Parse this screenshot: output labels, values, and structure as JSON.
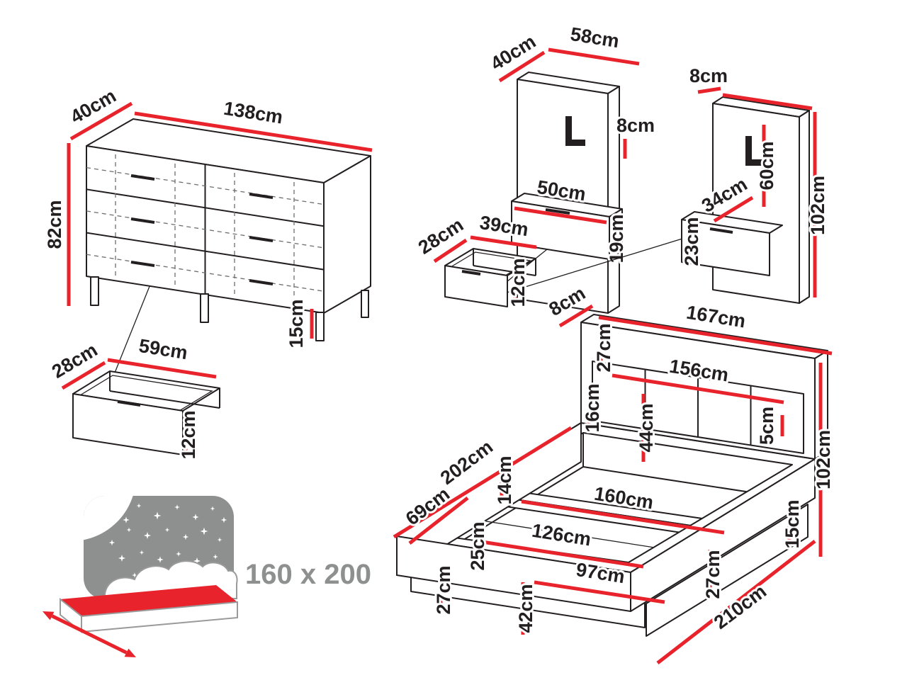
{
  "colors": {
    "dimension_red": "#e8232b",
    "outline": "#231f20",
    "icon_gray": "#8e9090"
  },
  "furniture": {
    "dresser": {
      "depth": "40cm",
      "width": "138cm",
      "height": "82cm",
      "leg_height": "15cm",
      "drawer": {
        "depth": "28cm",
        "width": "59cm",
        "front_height": "12cm"
      }
    },
    "left_nightstand": {
      "depth": "40cm",
      "width": "58cm",
      "panel_thickness": "8cm",
      "drawer_width": "50cm",
      "drawer_unit_height": "19cm",
      "drawer": {
        "depth": "28cm",
        "width": "39cm",
        "front_height": "12cm"
      }
    },
    "right_nightstand": {
      "panel_thickness": "8cm",
      "panel_height": "102cm",
      "lamp_section_height": "60cm",
      "drawer_depth": "34cm",
      "drawer_unit_height": "23cm"
    },
    "bed": {
      "headboard_thickness": "8cm",
      "headboard_width": "167cm",
      "headboard_top_height": "27cm",
      "cushion_width": "156cm",
      "cushion_height": "44cm",
      "cushion_gap": "5cm",
      "headboard_base_height": "16cm",
      "frame_length": "202cm",
      "rail_inner_height": "14cm",
      "foot_section_length": "69cm",
      "inner_width": "160cm",
      "slat_frame_width": "126cm",
      "storage_depth": "25cm",
      "slat_section_length": "97cm",
      "left_side_height": "27cm",
      "footboard_height": "42cm",
      "right_inner_height": "27cm",
      "total_length": "210cm",
      "plinth_height": "15cm",
      "total_height": "102cm"
    },
    "bed_icon": {
      "size_label": "160 x 200"
    }
  }
}
